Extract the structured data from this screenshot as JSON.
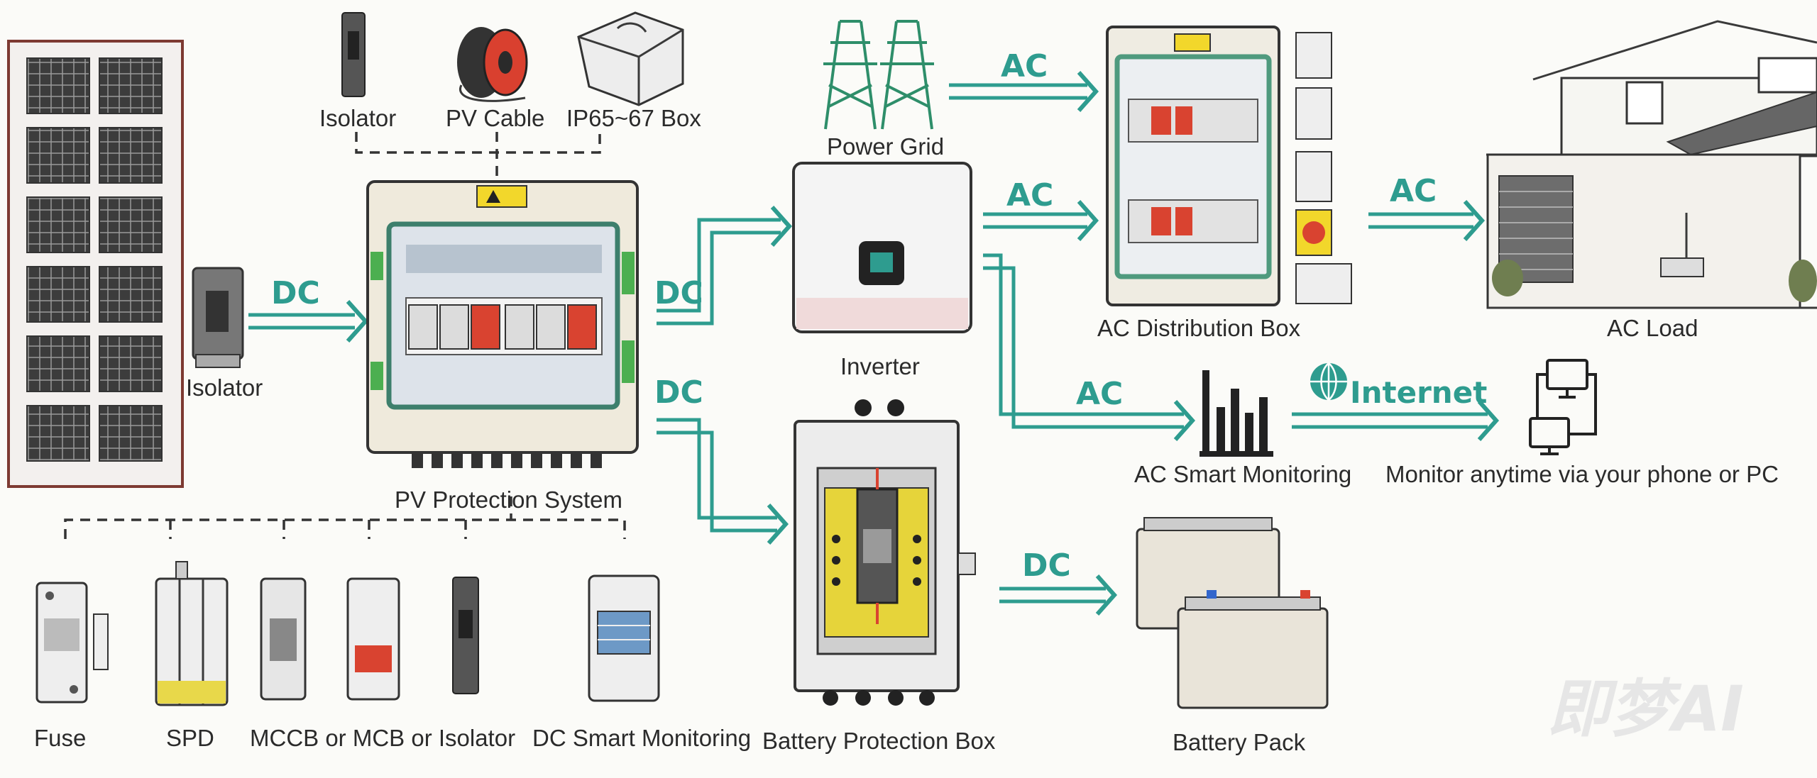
{
  "labels": {
    "isolator_top": "Isolator",
    "pv_cable": "PV Cable",
    "ip_box": "IP65~67 Box",
    "isolator_left": "Isolator",
    "pv_protection": "PV Protection System",
    "power_grid": "Power Grid",
    "inverter": "Inverter",
    "ac_distribution": "AC Distribution Box",
    "ac_load": "AC Load",
    "ac_monitoring": "AC Smart Monitoring",
    "monitor_anytime": "Monitor anytime via your phone or PC",
    "battery_protection": "Battery Protection Box",
    "battery_pack": "Battery Pack",
    "fuse": "Fuse",
    "spd": "SPD",
    "mccb": "MCCB or MCB or Isolator",
    "dc_monitoring": "DC Smart Monitoring"
  },
  "flows": {
    "dc_1": "DC",
    "dc_2": "DC",
    "dc_3": "DC",
    "dc_4": "DC",
    "ac_1": "AC",
    "ac_2": "AC",
    "ac_3": "AC",
    "ac_4": "AC",
    "internet": "Internet"
  },
  "watermark": "即梦AI",
  "colors": {
    "flow": "#2e9c8f",
    "breaker_red": "#d94330",
    "box_frame": "#4f9a7e",
    "warning_yellow": "#f2d72b"
  }
}
